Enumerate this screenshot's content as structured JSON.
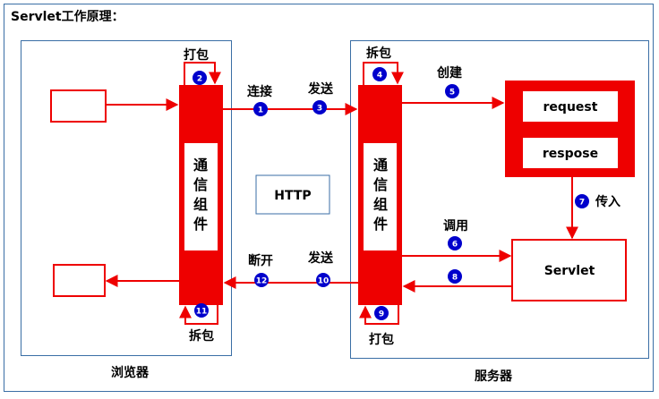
{
  "title": "Servlet工作原理：",
  "browser": {
    "caption": "浏览器"
  },
  "server": {
    "caption": "服务器"
  },
  "component_label": [
    "通",
    "信",
    "组",
    "件"
  ],
  "http_label": "HTTP",
  "request_label": "request",
  "response_label": "respose",
  "servlet_label": "Servlet",
  "steps": {
    "s1": {
      "number": "1",
      "label": "连接"
    },
    "s2": {
      "number": "2",
      "label": "打包"
    },
    "s3": {
      "number": "3",
      "label": "发送"
    },
    "s4": {
      "number": "4",
      "label": "拆包"
    },
    "s5": {
      "number": "5",
      "label": "创建"
    },
    "s6": {
      "number": "6",
      "label": "调用"
    },
    "s7": {
      "number": "7",
      "label": "传入"
    },
    "s8": {
      "number": "8",
      "label": ""
    },
    "s9": {
      "number": "9",
      "label": "打包"
    },
    "s10": {
      "number": "10",
      "label": "发送"
    },
    "s11": {
      "number": "11",
      "label": "拆包"
    },
    "s12": {
      "number": "12",
      "label": "断开"
    }
  },
  "colors": {
    "accent": "#ee0000",
    "badge": "#0000cc",
    "border": "#3a6ea5"
  }
}
